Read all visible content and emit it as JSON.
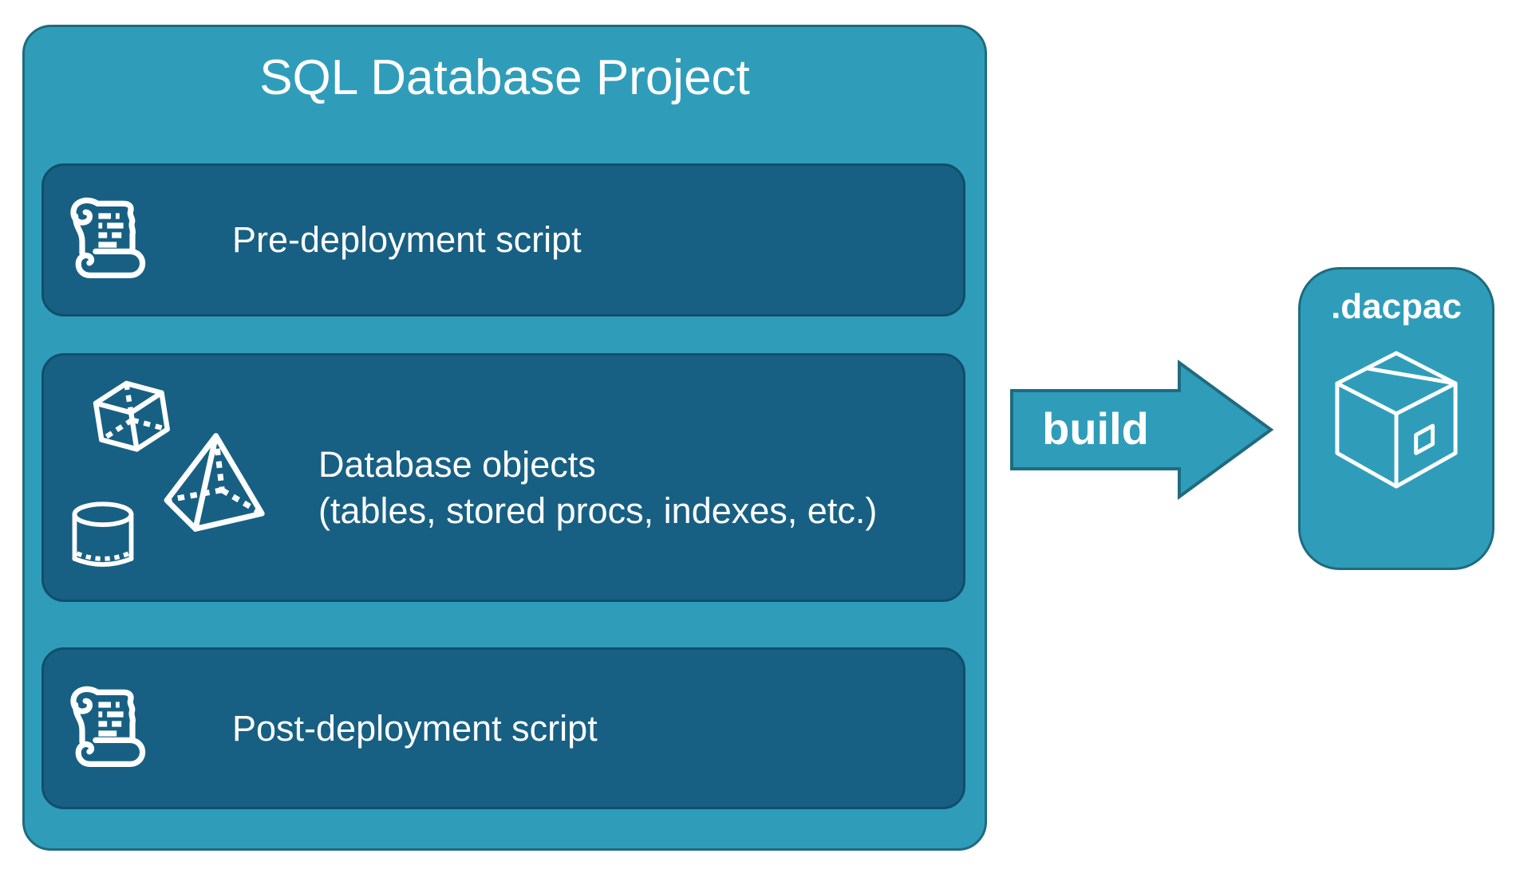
{
  "project": {
    "title": "SQL Database Project",
    "rows": [
      {
        "id": "pre-deployment",
        "icon": "scroll-icon",
        "label": "Pre-deployment script"
      },
      {
        "id": "database-objects",
        "icon": "3d-shapes-icons",
        "line1": "Database objects",
        "line2": "(tables, stored procs, indexes, etc.)"
      },
      {
        "id": "post-deployment",
        "icon": "scroll-icon",
        "label": "Post-deployment script"
      }
    ]
  },
  "arrow": {
    "label": "build",
    "direction": "right"
  },
  "output": {
    "label": ".dacpac",
    "icon": "package-icon"
  },
  "colors": {
    "background": "#FFFFFF",
    "container_fill": "#2F9DBA",
    "container_border": "#1E6B80",
    "row_fill": "#176083",
    "row_border": "#114E6B",
    "text": "#FFFFFF"
  }
}
